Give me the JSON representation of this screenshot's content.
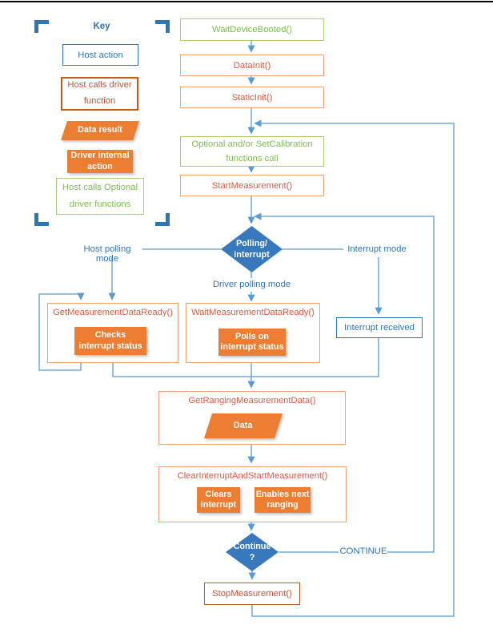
{
  "colors": {
    "line_blue": "#5B9BD5",
    "text_blue": "#2E75B6",
    "diamond_blue": "#3879BE",
    "orange_fill": "#ED7D31",
    "orange_border_dark": "#C55A11",
    "orange_text": "#E0593F",
    "green_text": "#7DBE50",
    "green_border": "#A3D276",
    "top_rule": "#000000"
  },
  "key": {
    "title": "Key",
    "host_action": "Host action",
    "host_calls_driver": "Host calls driver\nfunction",
    "data_result": "Data result",
    "driver_internal": "Driver internal\naction",
    "host_calls_optional": "Host calls Optional\ndriver functions"
  },
  "flow": {
    "wait_device_booted": "WaitDeviceBooted()",
    "data_init": "DataInit()",
    "static_init": "StaticInit()",
    "optional_calibration": "Optional and/or SetCalibration\nfunctions call",
    "start_measurement": "StartMeasurement()",
    "polling_interrupt": "Polling/\ninterrupt",
    "get_measurement_data_ready": {
      "title": "GetMeasurementDataReady()",
      "sub": "Checks\ninterrupt status"
    },
    "wait_measurement_data_ready": {
      "title": "WaitMeasurementDataReady()",
      "sub": "Polls on\ninterrupt status"
    },
    "interrupt_received": "Interrupt received",
    "get_ranging_measurement_data": {
      "title": "GetRangingMeasurementData()",
      "sub": "Data"
    },
    "clear_interrupt_and_start": {
      "title": "ClearInterruptAndStartMeasurement()",
      "sub1": "Clears\ninterrupt",
      "sub2": "Enables next\nranging"
    },
    "continue_decision": "Continue\n?",
    "stop_measurement": "StopMeasurement()"
  },
  "labels": {
    "host_polling_mode": "Host polling mode",
    "driver_polling_mode": "Driver polling mode",
    "interrupt_mode": "Interrupt mode",
    "continue_loop": "CONTINUE"
  }
}
